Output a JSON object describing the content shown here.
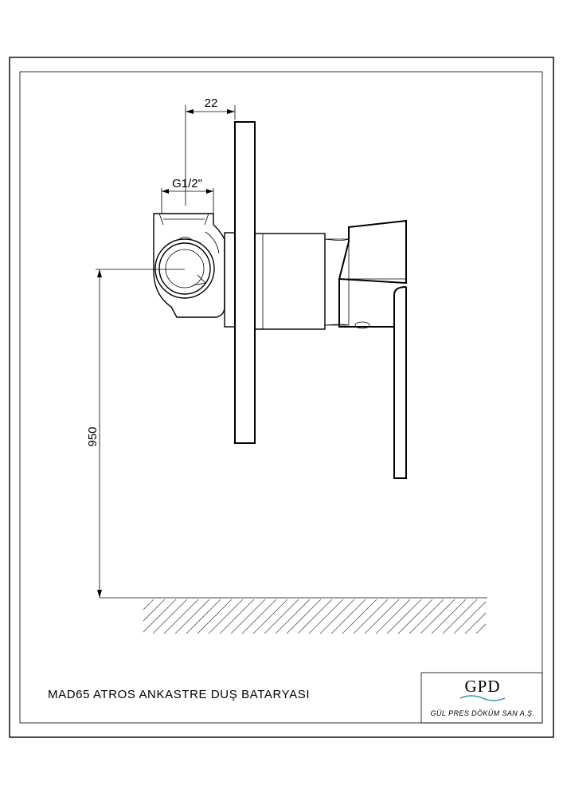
{
  "dimensions": {
    "width_22": "22",
    "thread_g12": "G1/2\"",
    "height_950": "950"
  },
  "title_block": {
    "product_title": "MAD65 ATROS ANKASTRE DUŞ BATARYASI",
    "logo": "GPD",
    "company_name": "GÜL PRES DÖKÜM SAN A.Ş."
  },
  "colors": {
    "line": "#000000",
    "logo_wave": "#2e8fb5"
  }
}
